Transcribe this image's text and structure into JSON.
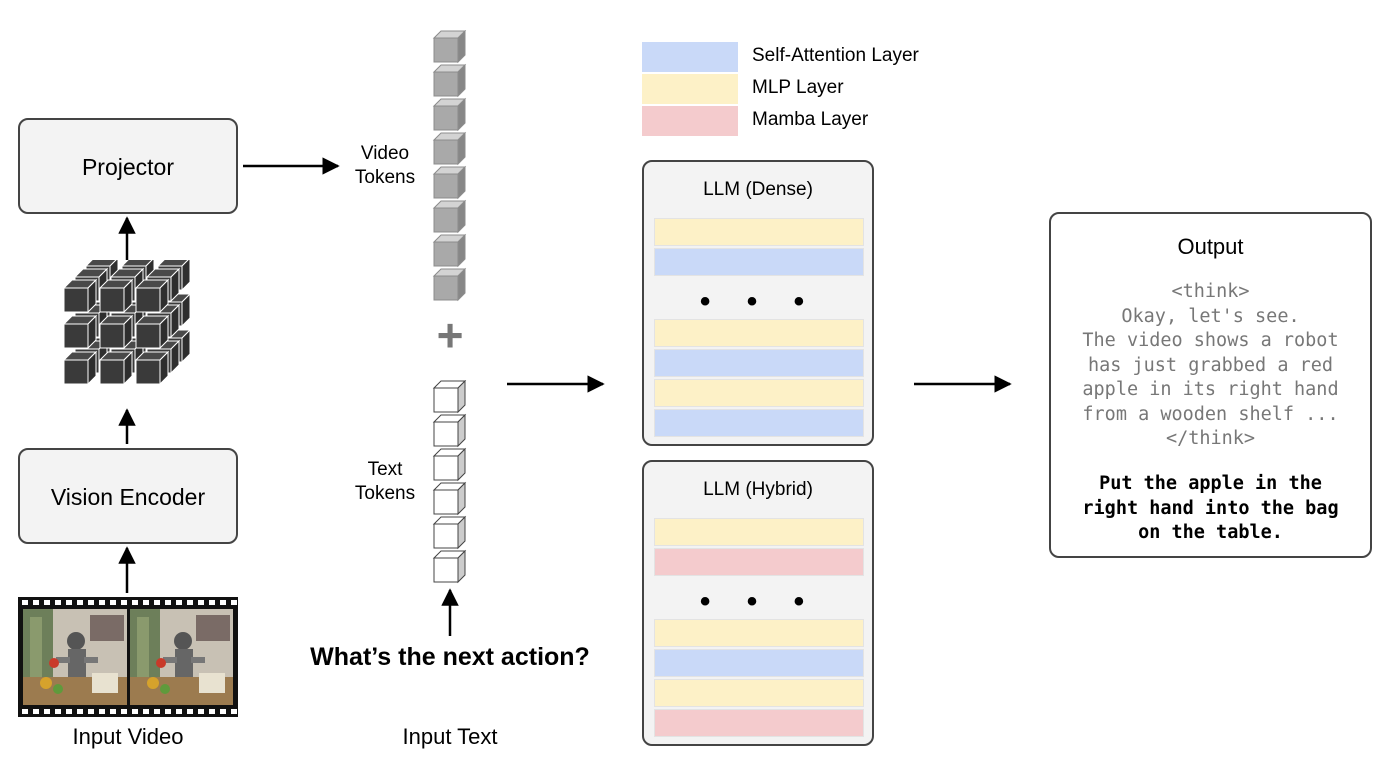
{
  "projector": {
    "label": "Projector"
  },
  "vision_encoder": {
    "label": "Vision Encoder"
  },
  "input_video": {
    "label": "Input Video"
  },
  "video_tokens": {
    "label": "Video\nTokens",
    "count": 8
  },
  "text_tokens": {
    "label": "Text\nTokens",
    "count": 6
  },
  "plus": {
    "symbol": "+"
  },
  "question": {
    "text": "What’s the next action?"
  },
  "input_text": {
    "label": "Input Text"
  },
  "legend": {
    "items": [
      {
        "label": "Self-Attention Layer",
        "color": "#c9d9f8"
      },
      {
        "label": "MLP Layer",
        "color": "#fdf1c7"
      },
      {
        "label": "Mamba Layer",
        "color": "#f4cbcd"
      }
    ]
  },
  "llm_dense": {
    "title": "LLM (Dense)",
    "ellipsis": "• • •",
    "top_layers": [
      "mlp",
      "attn"
    ],
    "bottom_layers": [
      "mlp",
      "attn",
      "mlp",
      "attn"
    ]
  },
  "llm_hybrid": {
    "title": "LLM (Hybrid)",
    "ellipsis": "• • •",
    "top_layers": [
      "mlp",
      "mamba"
    ],
    "bottom_layers": [
      "mlp",
      "attn",
      "mlp",
      "mamba"
    ]
  },
  "output": {
    "title": "Output",
    "thinking": [
      "<think>",
      "Okay, let's see.",
      "The video shows a robot",
      "has just grabbed a red",
      "apple in its right hand",
      "from a wooden shelf ...",
      "</think>"
    ],
    "answer": [
      "Put the apple in the",
      "right hand into the bag",
      "on the table."
    ]
  },
  "colors": {
    "cube_dark": "#3a3a3a",
    "token_video": "#a9a9a9",
    "token_text": "#ffffff",
    "box_border": "#444444",
    "box_fill": "#f3f3f3"
  }
}
